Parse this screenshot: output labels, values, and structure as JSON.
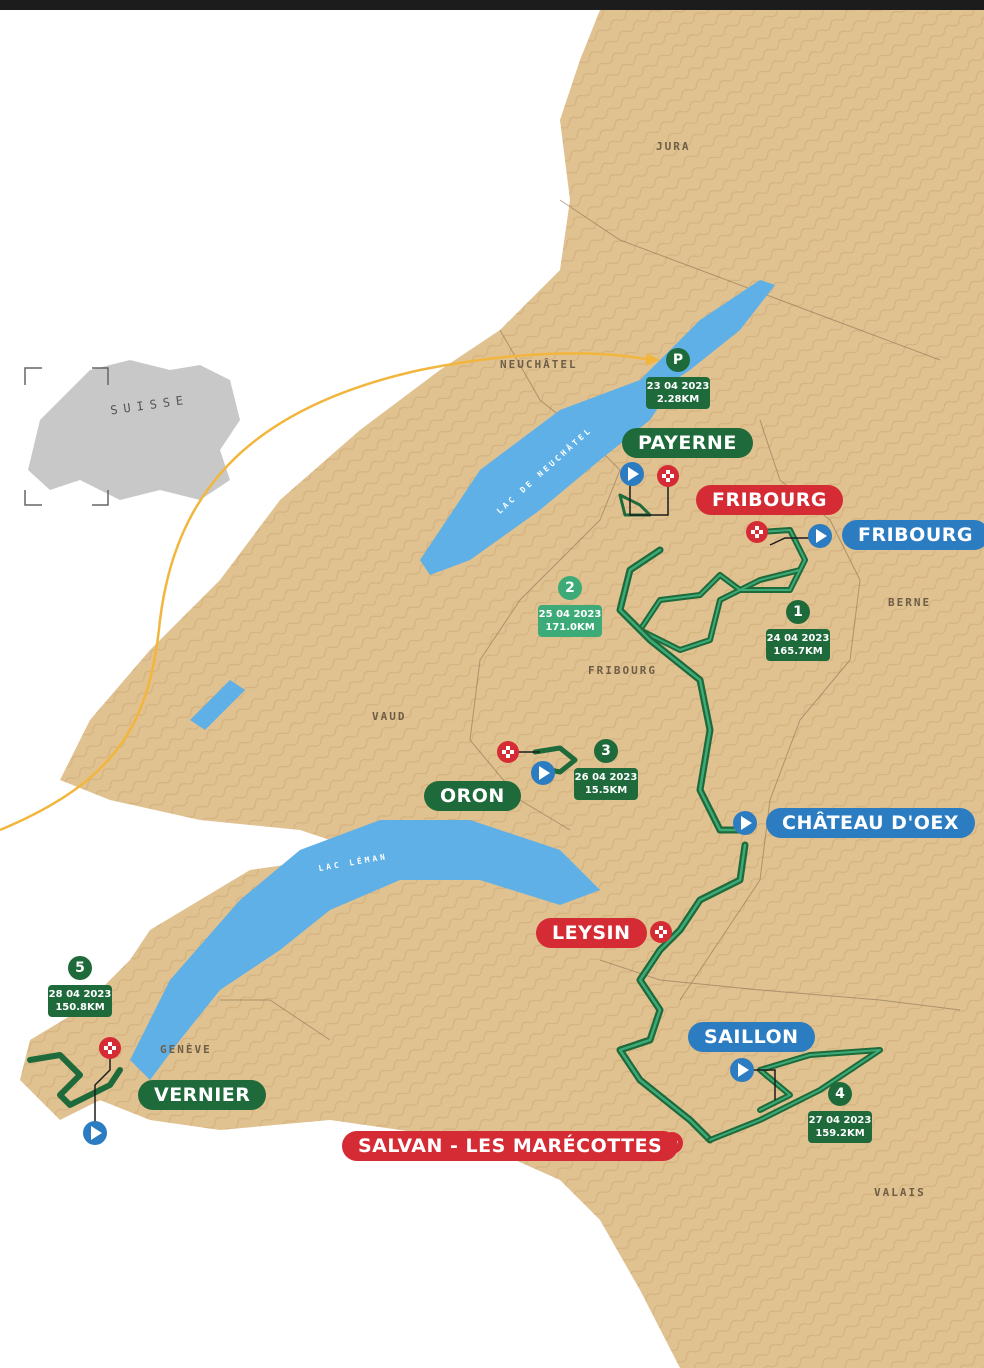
{
  "inset": {
    "label": "SUISSE"
  },
  "regions": [
    "JURA",
    "NEUCHÂTEL",
    "BERNE",
    "FRIBOURG",
    "VAUD",
    "GENÈVE",
    "VALAIS"
  ],
  "lakes": [
    "LAC DE NEUCHÂTEL",
    "LAC LÉMAN"
  ],
  "places": {
    "payerne": "PAYERNE",
    "fribourg_finish": "FRIBOURG",
    "fribourg_start": "FRIBOURG",
    "oron": "ORON",
    "chateau_doex": "CHÂTEAU D'OEX",
    "leysin": "LEYSIN",
    "saillon": "SAILLON",
    "salvan": "SALVAN - LES MARÉCOTTES",
    "vernier": "VERNIER"
  },
  "stages": [
    {
      "num": "P",
      "date": "23 04 2023",
      "distance": "2.28KM"
    },
    {
      "num": "1",
      "date": "24 04 2023",
      "distance": "165.7KM"
    },
    {
      "num": "2",
      "date": "25 04 2023",
      "distance": "171.0KM"
    },
    {
      "num": "3",
      "date": "26 04 2023",
      "distance": "15.5KM"
    },
    {
      "num": "4",
      "date": "27 04 2023",
      "distance": "159.2KM"
    },
    {
      "num": "5",
      "date": "28 04 2023",
      "distance": "150.8KM"
    }
  ],
  "colors": {
    "land": "#e0c190",
    "lake": "#5fb0e6",
    "start": "#2c7cc1",
    "finish": "#d52b35",
    "stage_dark": "#1e6a3b",
    "stage_light": "#3cab78",
    "arrow": "#f2b63d"
  }
}
